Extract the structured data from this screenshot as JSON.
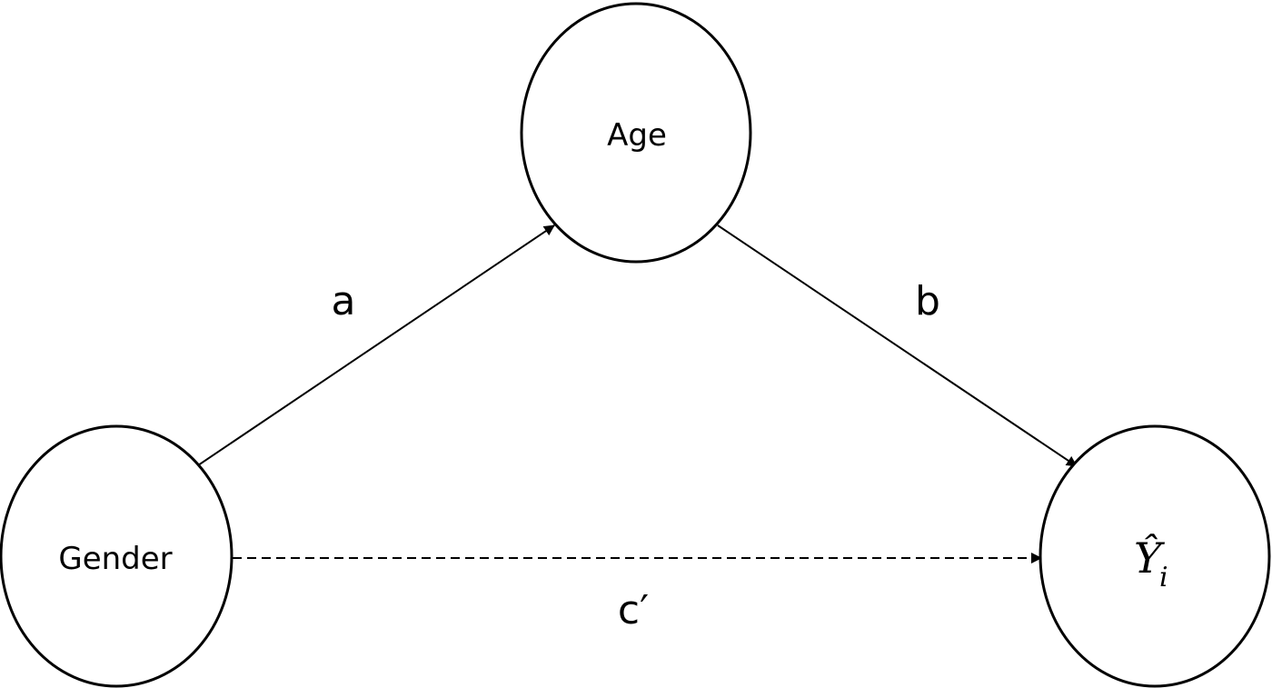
{
  "diagram": {
    "nodes": {
      "gender": {
        "label": "Gender"
      },
      "age": {
        "label": "Age"
      },
      "outcome": {
        "label": "Ŷ",
        "subscript": "i"
      }
    },
    "edges": {
      "gender_to_age": {
        "label": "a",
        "style": "solid"
      },
      "age_to_outcome": {
        "label": "b",
        "style": "solid"
      },
      "gender_to_outcome": {
        "label": "c′",
        "style": "dashed"
      }
    },
    "colors": {
      "stroke": "#000000",
      "background": "#ffffff"
    }
  }
}
